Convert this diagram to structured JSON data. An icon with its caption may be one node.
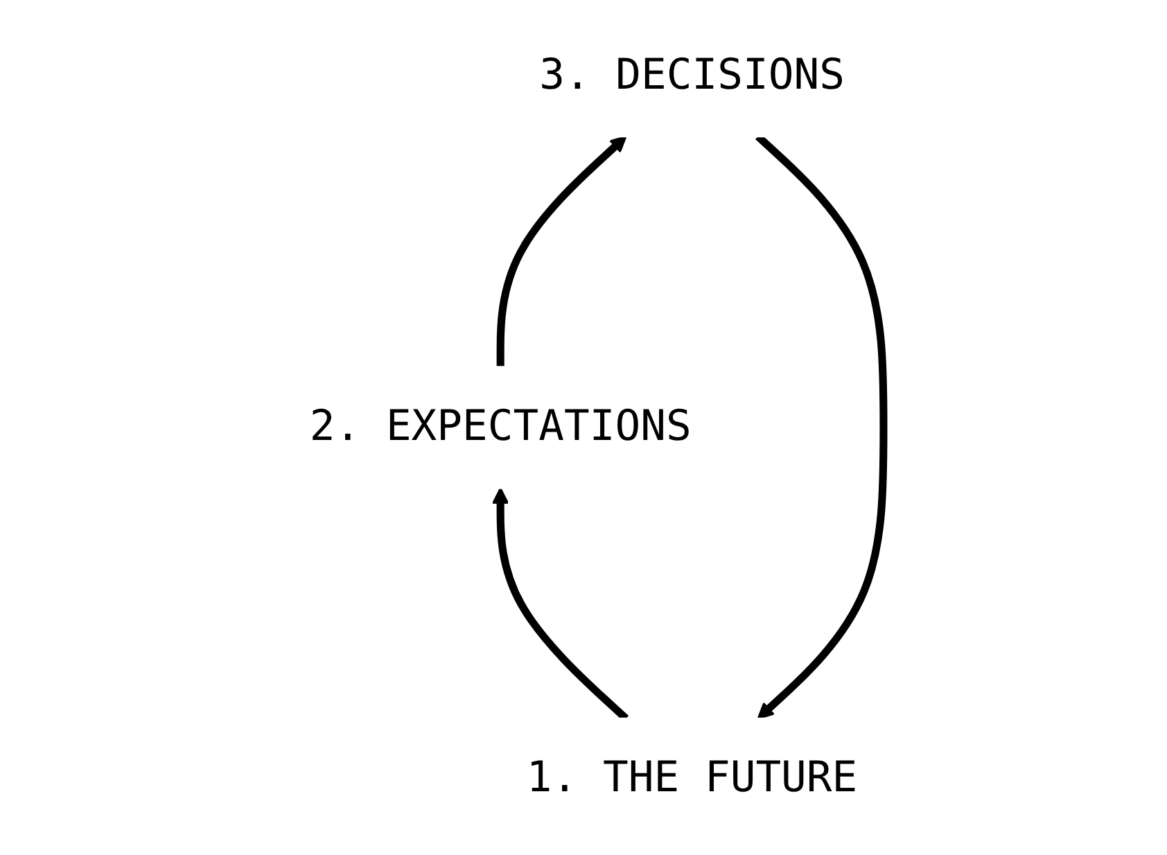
{
  "diagram": {
    "nodes": [
      {
        "text": [
          "1. THE FUTURE"
        ]
      },
      {
        "text": [
          "2. EXPECTATIONS"
        ]
      },
      {
        "text": [
          "3. DECISIONS"
        ]
      }
    ],
    "edges": [
      {
        "from": 0,
        "to": 1,
        "arrow": "to"
      },
      {
        "from": 1,
        "to": 2,
        "arrow": "to"
      },
      {
        "from": 2,
        "to": 0,
        "arrow": "to"
      }
    ]
  }
}
